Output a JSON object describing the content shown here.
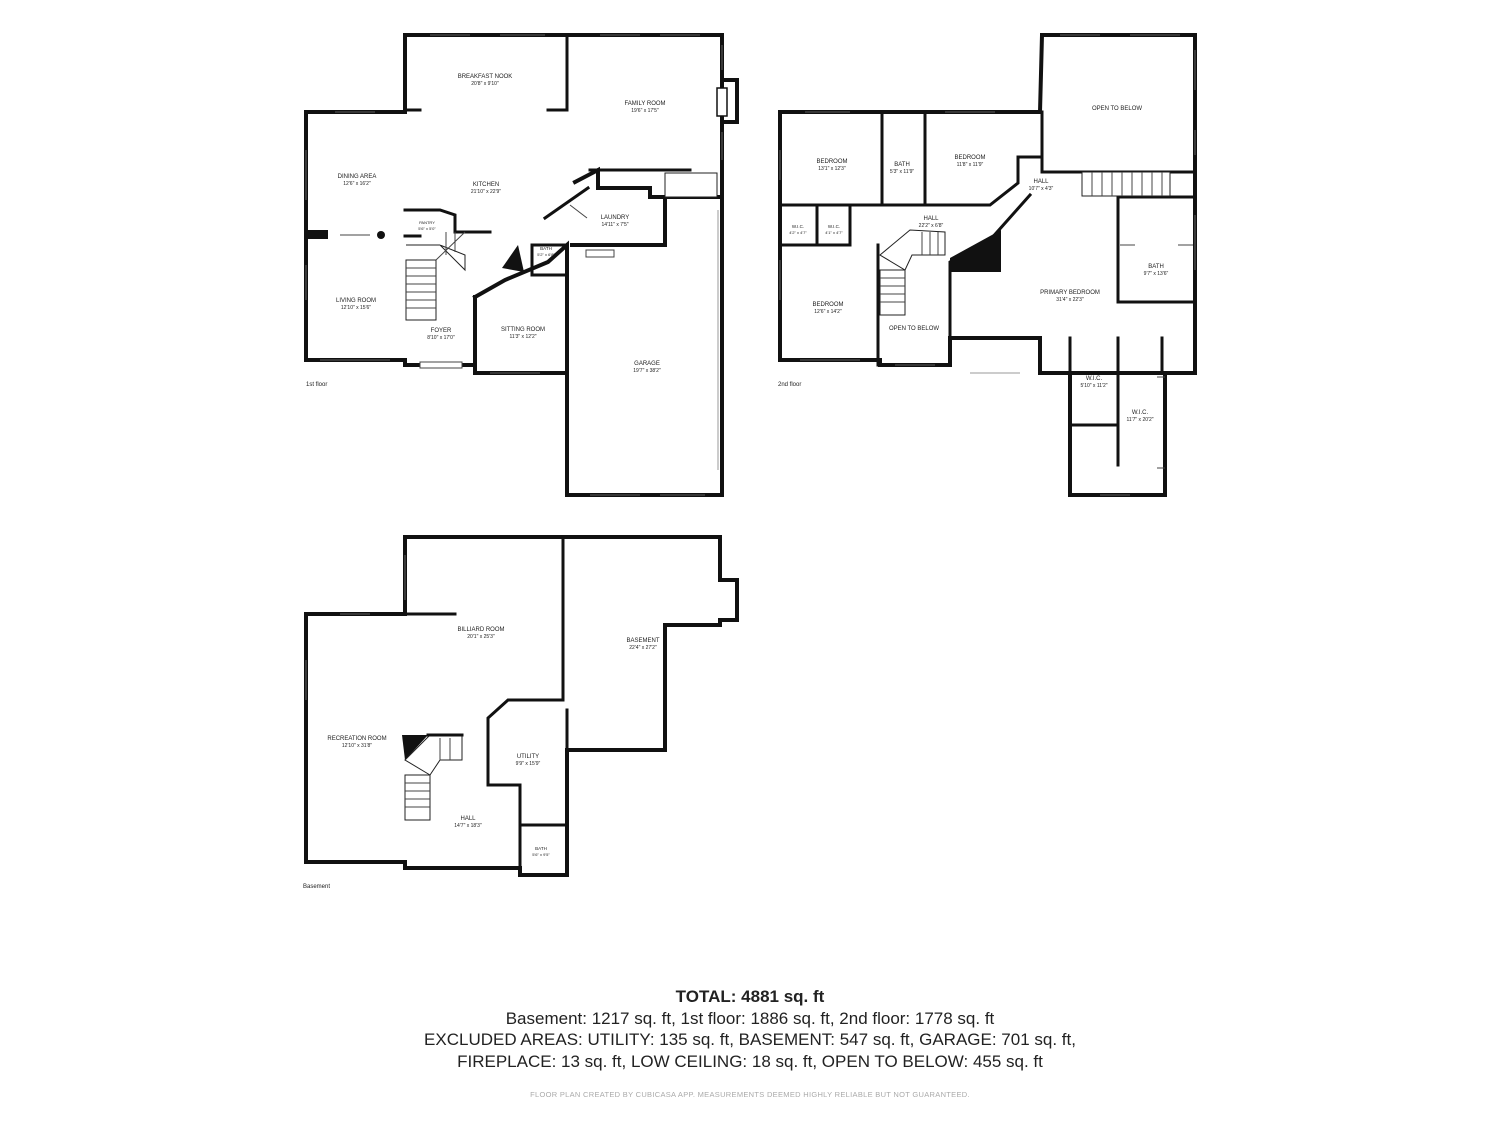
{
  "floors": {
    "first": {
      "label": "1st floor",
      "rooms": [
        {
          "name": "BREAKFAST NOOK",
          "dims": "20'8\" x 9'10\""
        },
        {
          "name": "FAMILY ROOM",
          "dims": "19'6\" x 17'5\""
        },
        {
          "name": "DINING AREA",
          "dims": "12'6\" x 16'2\""
        },
        {
          "name": "KITCHEN",
          "dims": "21'10\" x 22'9\""
        },
        {
          "name": "PANTRY",
          "dims": "5'6\" x 5'0\""
        },
        {
          "name": "LAUNDRY",
          "dims": "14'11\" x 7'5\""
        },
        {
          "name": "BATH",
          "dims": "5'2\" x 6'8\""
        },
        {
          "name": "LIVING ROOM",
          "dims": "12'10\" x 15'6\""
        },
        {
          "name": "FOYER",
          "dims": "8'10\" x 17'0\""
        },
        {
          "name": "SITTING ROOM",
          "dims": "11'3\" x 12'2\""
        },
        {
          "name": "GARAGE",
          "dims": "19'7\" x 38'2\""
        }
      ]
    },
    "second": {
      "label": "2nd floor",
      "rooms": [
        {
          "name": "OPEN TO BELOW",
          "dims": ""
        },
        {
          "name": "BEDROOM",
          "dims": "13'1\" x 12'3\""
        },
        {
          "name": "BATH",
          "dims": "5'3\" x 11'9\""
        },
        {
          "name": "BEDROOM",
          "dims": "11'8\" x 11'9\""
        },
        {
          "name": "HALL",
          "dims": "10'7\" x 4'3\""
        },
        {
          "name": "HALL",
          "dims": "22'2\" x 6'8\""
        },
        {
          "name": "W.I.C.",
          "dims": "4'2\" x 4'7\""
        },
        {
          "name": "W.I.C.",
          "dims": "4'1\" x 4'7\""
        },
        {
          "name": "BATH",
          "dims": "9'7\" x 13'6\""
        },
        {
          "name": "PRIMARY BEDROOM",
          "dims": "31'4\" x 22'3\""
        },
        {
          "name": "BEDROOM",
          "dims": "12'6\" x 14'2\""
        },
        {
          "name": "OPEN TO BELOW",
          "dims": ""
        },
        {
          "name": "W.I.C.",
          "dims": "5'10\" x 11'2\""
        },
        {
          "name": "W.I.C.",
          "dims": "11'7\" x 20'2\""
        }
      ]
    },
    "basement": {
      "label": "Basement",
      "rooms": [
        {
          "name": "BILLIARD ROOM",
          "dims": "20'1\" x 25'3\""
        },
        {
          "name": "BASEMENT",
          "dims": "22'4\" x 27'2\""
        },
        {
          "name": "RECREATION ROOM",
          "dims": "12'10\" x 31'8\""
        },
        {
          "name": "UTILITY",
          "dims": "9'9\" x 15'9\""
        },
        {
          "name": "HALL",
          "dims": "14'7\" x 18'3\""
        },
        {
          "name": "BATH",
          "dims": "5'6\" x 9'5\""
        }
      ]
    }
  },
  "summary": {
    "total_label": "TOTAL:",
    "total_value": "4881 sq. ft",
    "line1": "Basement: 1217 sq. ft, 1st floor: 1886 sq. ft, 2nd floor: 1778 sq. ft",
    "line2": "EXCLUDED AREAS: UTILITY: 135 sq. ft, BASEMENT: 547 sq. ft, GARAGE: 701 sq. ft,",
    "line3": "FIREPLACE: 13 sq. ft, LOW CEILING: 18 sq. ft, OPEN TO BELOW: 455 sq. ft",
    "credit": "FLOOR PLAN CREATED BY CUBICASA APP. MEASUREMENTS DEEMED HIGHLY RELIABLE BUT NOT GUARANTEED."
  },
  "colors": {
    "wall": "#111111",
    "text": "#222222",
    "credit": "#aaaaaa",
    "background": "#ffffff"
  }
}
